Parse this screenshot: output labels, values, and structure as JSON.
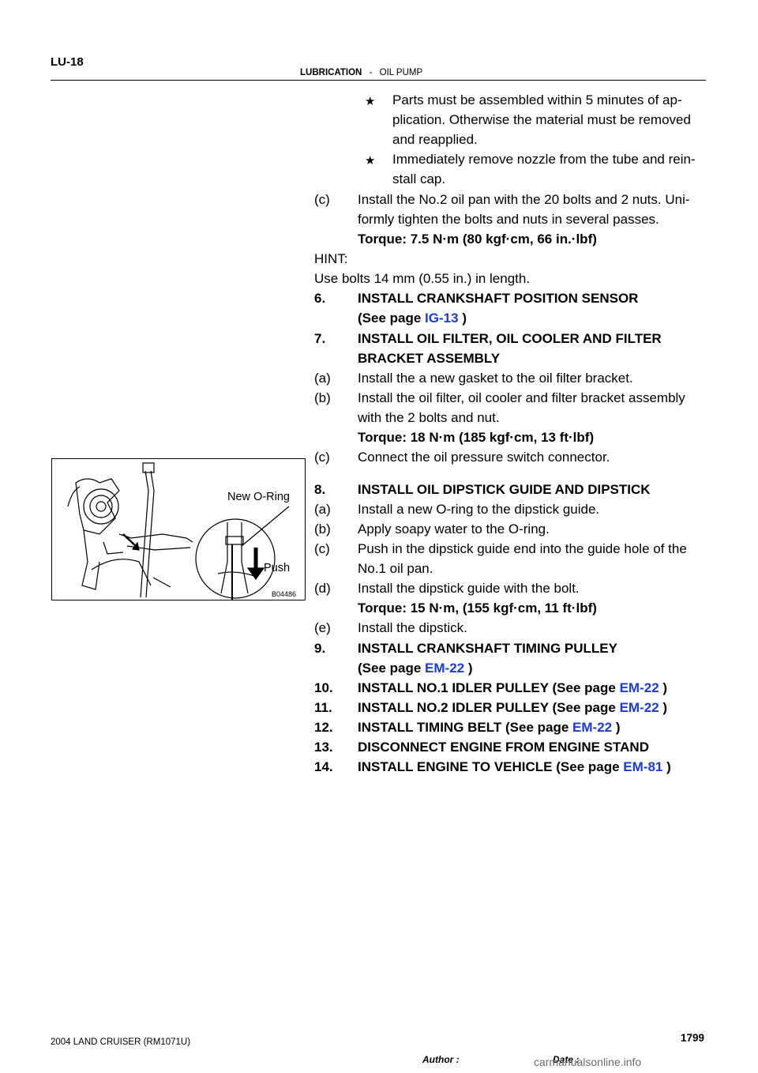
{
  "header": {
    "code": "LU-18",
    "title_main": "LUBRICATION",
    "title_sep": "-",
    "title_sub": "OIL PUMP"
  },
  "notes": [
    {
      "symbol": "★",
      "lines": [
        "Parts must be assembled within 5 minutes of ap-",
        "plication. Otherwise the material must be removed",
        "and reapplied."
      ]
    },
    {
      "symbol": "★",
      "lines": [
        "Immediately remove nozzle from the tube and rein-",
        "stall cap."
      ]
    }
  ],
  "step_c_pan": {
    "num": "(c)",
    "lines": [
      "Install the No.2 oil pan with the 20 bolts and 2 nuts. Uni-",
      "formly tighten the bolts and nuts in several passes."
    ],
    "torque": "Torque: 7.5 N·m (80 kgf·cm, 66 in.·lbf)"
  },
  "hint": {
    "label": "HINT:",
    "text": "Use bolts 14 mm (0.55 in.) in length."
  },
  "step6": {
    "num": "6.",
    "title": "INSTALL CRANKSHAFT POSITION SENSOR",
    "see_prefix": "(See page",
    "ref": "IG-13",
    "see_suffix": ")"
  },
  "step7": {
    "num": "7.",
    "title_line1": "INSTALL OIL FILTER, OIL COOLER AND FILTER",
    "title_line2": "BRACKET ASSEMBLY",
    "a": {
      "num": "(a)",
      "text": "Install the a new gasket to the oil filter bracket."
    },
    "b": {
      "num": "(b)",
      "line1": "Install the oil filter, oil cooler and filter bracket assembly",
      "line2": "with the 2 bolts and nut.",
      "torque": "Torque: 18 N·m (185 kgf·cm, 13 ft·lbf)"
    },
    "c": {
      "num": "(c)",
      "text": "Connect the oil pressure switch connector."
    }
  },
  "step8": {
    "num": "8.",
    "title": "INSTALL OIL DIPSTICK GUIDE AND DIPSTICK",
    "a": {
      "num": "(a)",
      "text": "Install a new O-ring to the dipstick guide."
    },
    "b": {
      "num": "(b)",
      "text": "Apply soapy water to the O-ring."
    },
    "c": {
      "num": "(c)",
      "line1": "Push in the dipstick guide end into the guide hole of the",
      "line2": "No.1 oil pan."
    },
    "d": {
      "num": "(d)",
      "text": "Install the dipstick guide with the bolt.",
      "torque": "Torque: 15 N·m, (155 kgf·cm, 11 ft·lbf)"
    },
    "e": {
      "num": "(e)",
      "text": "Install the dipstick."
    }
  },
  "step9": {
    "num": "9.",
    "title": "INSTALL CRANKSHAFT TIMING PULLEY",
    "see_prefix": "(See page",
    "ref": "EM-22",
    "see_suffix": ")"
  },
  "step10": {
    "num": "10.",
    "title": "INSTALL NO.1 IDLER PULLEY (See page",
    "ref": "EM-22",
    "suffix": ")"
  },
  "step11": {
    "num": "11.",
    "title": "INSTALL NO.2 IDLER PULLEY (See page",
    "ref": "EM-22",
    "suffix": ")"
  },
  "step12": {
    "num": "12.",
    "title": "INSTALL TIMING BELT (See page",
    "ref": "EM-22",
    "suffix": ")"
  },
  "step13": {
    "num": "13.",
    "title": "DISCONNECT ENGINE FROM ENGINE STAND"
  },
  "step14": {
    "num": "14.",
    "title": "INSTALL ENGINE TO VEHICLE (See page",
    "ref": "EM-81",
    "suffix": ")"
  },
  "figure": {
    "label_oring": "New O-Ring",
    "label_push": "Push",
    "fig_id": "B04486"
  },
  "footer": {
    "model": "2004 LAND CRUISER   (RM1071U)",
    "author_label": "Author :",
    "date_label": "Date :",
    "page_number": "1799",
    "watermark": "carmanualsonline.info"
  },
  "colors": {
    "link": "#1a3cd6",
    "text": "#000000"
  }
}
